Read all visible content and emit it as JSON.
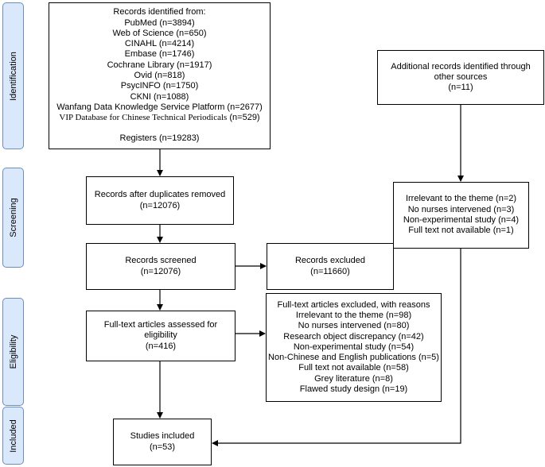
{
  "phases": {
    "identification": "Identification",
    "screening": "Screening",
    "eligibility": "Eligibility",
    "included": "Included"
  },
  "identified": {
    "lines": [
      "Records identified from:",
      "PubMed (n=3894)",
      "Web of Science (n=650)",
      "CINAHL (n=4214)",
      "Embase (n=1746)",
      "Cochrane Library (n=1917)",
      "Ovid (n=818)",
      "PsycINFO (n=1750)",
      "CKNI (n=1088)",
      "Wanfang Data Knowledge Service Platform (n=2677)"
    ],
    "vip_name": "VIP Database for Chinese Technical Periodicals",
    "vip_count": "(n=529)",
    "registers": "Registers (n=19283)"
  },
  "additional": {
    "lines": [
      "Additional records identified through",
      "other sources",
      "(n=11)"
    ]
  },
  "other_excluded": {
    "lines": [
      "Irrelevant to the theme (n=2)",
      "No nurses intervened (n=3)",
      "Non-experimental study (n=4)",
      "Full text not available (n=1)"
    ]
  },
  "duplicates_removed": {
    "lines": [
      "Records after duplicates removed",
      "(n=12076)"
    ]
  },
  "screened": {
    "lines": [
      "Records screened",
      "(n=12076)"
    ]
  },
  "excluded": {
    "lines": [
      "Records excluded",
      "(n=11660)"
    ]
  },
  "fulltext_assessed": {
    "lines": [
      "Full-text articles assessed for",
      "eligibility",
      "(n=416)"
    ]
  },
  "fulltext_excluded": {
    "lines": [
      "Full-text articles excluded, with reasons",
      "Irrelevant to the theme (n=98)",
      "No nurses intervened (n=80)",
      "Research object discrepancy (n=42)",
      "Non-experimental study (n=54)",
      "Non-Chinese and English publications (n=5)",
      "Full text not available (n=58)",
      "Grey literature (n=8)",
      "Flawed study design  (n=19)"
    ]
  },
  "included": {
    "lines": [
      "Studies included",
      "(n=53)"
    ]
  }
}
